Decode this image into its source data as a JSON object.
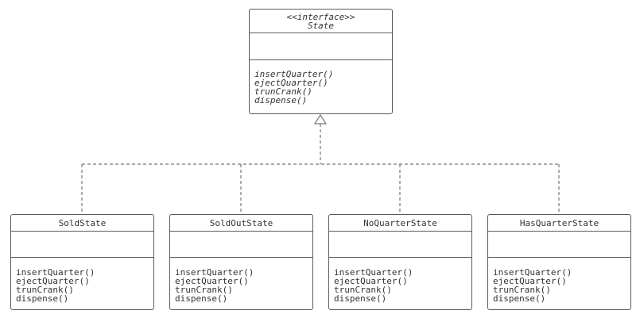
{
  "interface_box": {
    "stereotype": "<<interface>>",
    "name": "State",
    "methods": [
      "insertQuarter()",
      "ejectQuarter()",
      "trunCrank()",
      "dispense()"
    ]
  },
  "classes": [
    {
      "name": "SoldState",
      "methods": [
        "insertQuarter()",
        "ejectQuarter()",
        "trunCrank()",
        "dispense()"
      ]
    },
    {
      "name": "SoldOutState",
      "methods": [
        "insertQuarter()",
        "ejectQuarter()",
        "trunCrank()",
        "dispense()"
      ]
    },
    {
      "name": "NoQuarterState",
      "methods": [
        "insertQuarter()",
        "ejectQuarter()",
        "trunCrank()",
        "dispense()"
      ]
    },
    {
      "name": "HasQuarterState",
      "methods": [
        "insertQuarter()",
        "ejectQuarter()",
        "trunCrank()",
        "dispense()"
      ]
    }
  ],
  "relationship": "realization"
}
